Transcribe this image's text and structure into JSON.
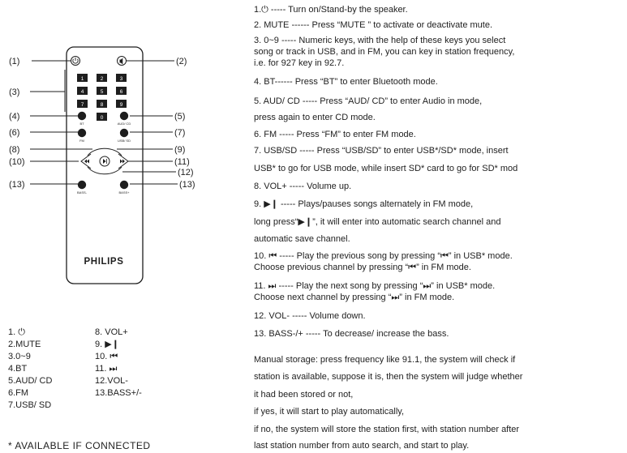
{
  "remote": {
    "callouts": [
      "(1)",
      "(2)",
      "(3)",
      "(4)",
      "(5)",
      "(6)",
      "(7)",
      "(8)",
      "(9)",
      "(10)",
      "(11)",
      "(12)",
      "(13)",
      "(13)"
    ],
    "number_keys": [
      "1",
      "2",
      "3",
      "4",
      "5",
      "6",
      "7",
      "8",
      "9",
      "0"
    ],
    "labels": {
      "bt": "BT",
      "aud_cd": "AUD/ CD",
      "fm": "FM",
      "usb_sd": "USB/ SD",
      "bass_minus": "BASS-",
      "bass_plus": "BASS+"
    },
    "brand": "PHILIPS"
  },
  "legend": {
    "left": [
      "1. ⏻",
      "2.MUTE",
      "3.0~9",
      "4.BT",
      "5.AUD/ CD",
      "6.FM",
      "7.USB/ SD"
    ],
    "right": [
      "8. VOL+",
      "9. ▶❙",
      "10. ⏮",
      "11. ⏭",
      "12.VOL-",
      "13.BASS+/-"
    ]
  },
  "footnote": "* AVAILABLE IF CONNECTED",
  "descriptions": [
    "1.⏻ ----- Turn on/Stand-by the speaker.",
    "2. MUTE ------ Press “MUTE ” to activate or deactivate mute.",
    "3. 0~9 ----- Numeric keys, with the help of these keys you select",
    "  song or track in USB, and in FM, you can key in station frequency,",
    "  i.e. for 927 key in 92.7.",
    "4. BT------ Press “BT” to enter Bluetooth mode.",
    "5. AUD/ CD ----- Press “AUD/ CD” to enter Audio in mode,",
    "  press again to enter CD mode.",
    "6. FM ----- Press “FM” to enter FM mode.",
    "7. USB/SD ----- Press “USB/SD” to enter USB*/SD* mode, insert",
    "  USB* to go for USB mode, while insert SD* card to go for SD* mod",
    "8. VOL+ ----- Volume up.",
    "9. ▶❙ ----- Plays/pauses songs alternately in FM mode,",
    "  long press“▶❙”, it will enter into automatic search channel and",
    "  automatic save channel.",
    "10. ⏮ ----- Play the previous song by pressing “⏮” in USB* mode.",
    "    Choose previous channel by pressing “⏮” in FM mode.",
    "11. ⏭ ----- Play the next song by pressing “⏭” in USB* mode.",
    "    Choose next channel by pressing “⏭” in FM mode.",
    "12. VOL- ----- Volume down.",
    "13. BASS-/+ ----- To decrease/ increase the bass.",
    "",
    "Manual storage: press frequency like 91.1, the system will check if",
    "station is available, suppose it is, then the system will judge whether",
    "it had been stored or not,",
    "if yes, it will start to play automatically,",
    "if no, the system will store the station first, with station number after",
    "last station number from auto search, and start to play."
  ]
}
